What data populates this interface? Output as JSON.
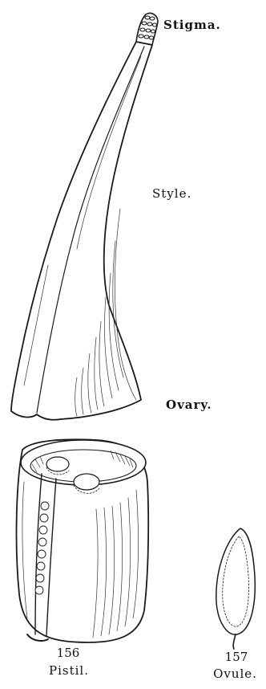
{
  "labels": {
    "stigma": "Stigma.",
    "style": "Style.",
    "ovary": "Ovary."
  },
  "figures": [
    {
      "number": "156",
      "caption": "Pistil."
    },
    {
      "number": "157",
      "caption": "Ovule."
    }
  ]
}
